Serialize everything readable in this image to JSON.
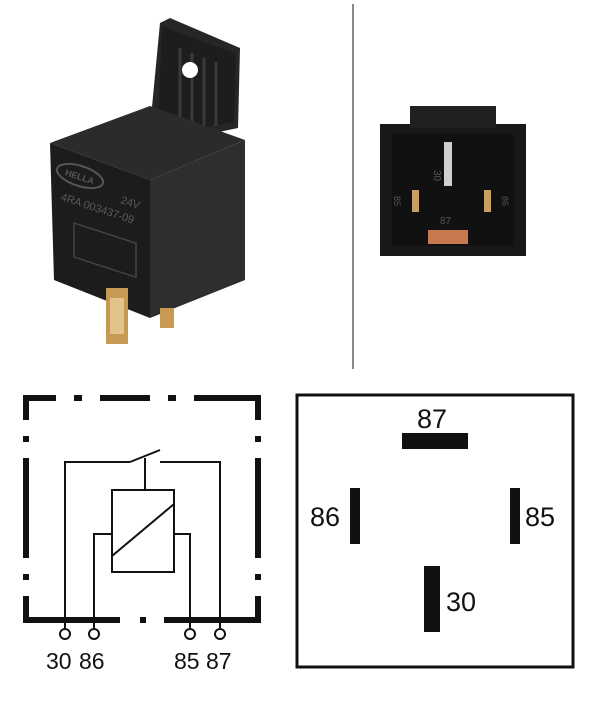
{
  "relay": {
    "brand": "HELLA",
    "voltage": "24V",
    "part_number": "4RA 003437-09"
  },
  "socket": {
    "pin_marks": [
      "30",
      "85",
      "86",
      "87"
    ]
  },
  "schematic": {
    "terminals": [
      "30",
      "86",
      "85",
      "87"
    ]
  },
  "pinout": {
    "pins": [
      "87",
      "86",
      "85",
      "30"
    ]
  }
}
